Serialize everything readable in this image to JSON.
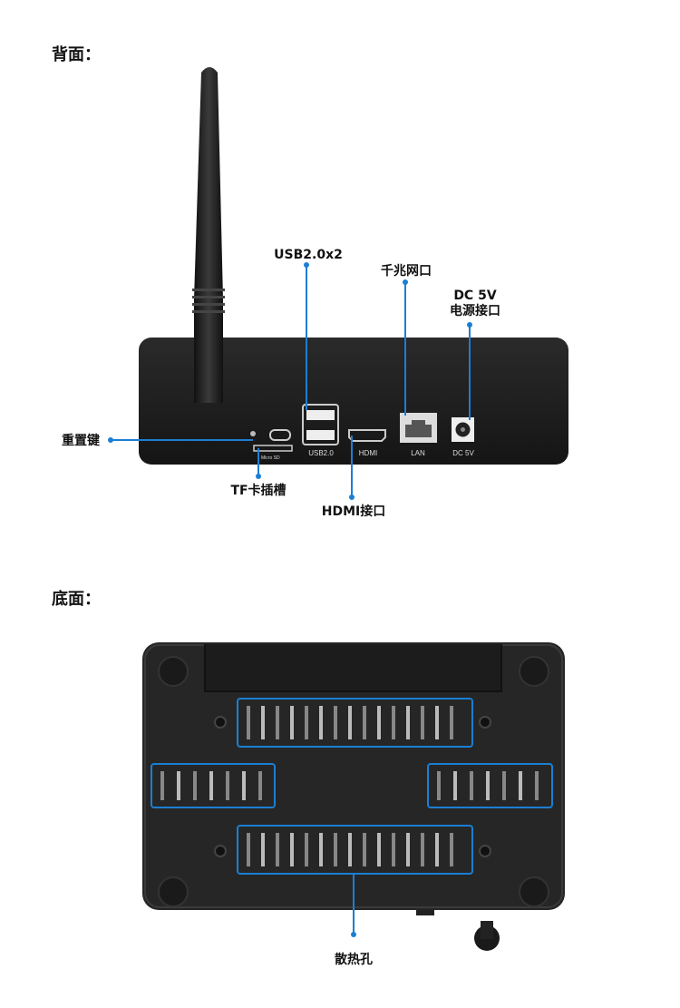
{
  "sections": {
    "back_title": "背面：",
    "bottom_title": "底面："
  },
  "back_callouts": {
    "usb": "USB2.0x2",
    "lan": "千兆网口",
    "dc_line1": "DC 5V",
    "dc_line2": "电源接口",
    "reset": "重置键",
    "tf": "TF卡插槽",
    "hdmi": "HDMI接口"
  },
  "port_labels": {
    "usb": "USB2.0",
    "hdmi": "HDMI",
    "lan": "LAN",
    "dc": "DC 5V",
    "microsd": "Micro SD"
  },
  "bottom_callouts": {
    "vents": "散热孔"
  },
  "colors": {
    "callout": "#1a7fd4",
    "device": "#1e1e1e"
  }
}
